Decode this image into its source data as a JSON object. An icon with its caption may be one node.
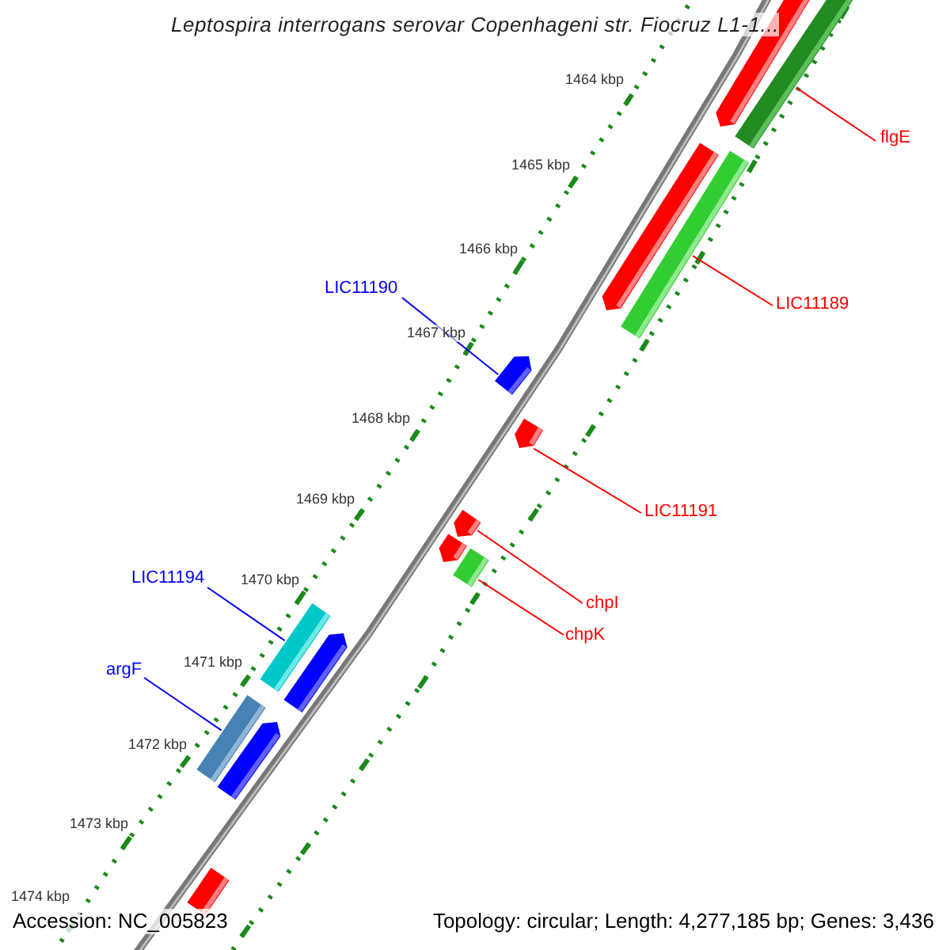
{
  "diagram": {
    "title": "Leptospira interrogans serovar Copenhageni str. Fiocruz L1-1...",
    "nodes": [
      {
        "text": [],
        "shape": "bar"
      },
      {
        "text": [],
        "shape": "bar"
      },
      {
        "text": [
          "flgE"
        ]
      },
      {
        "text": [],
        "shape": "bar"
      },
      {
        "text": [],
        "shape": "bar"
      },
      {
        "text": [
          "LIC11189"
        ]
      },
      {
        "text": [
          "LIC11190"
        ]
      },
      {
        "text": [],
        "shape": "bar"
      },
      {
        "text": [],
        "shape": "bar"
      },
      {
        "text": [
          "LIC11191"
        ]
      },
      {
        "text": [],
        "shape": "bar"
      },
      {
        "text": [],
        "shape": "bar"
      },
      {
        "text": [],
        "shape": "bar"
      },
      {
        "text": [
          "chpI"
        ]
      },
      {
        "text": [
          "chpK"
        ]
      },
      {
        "text": [
          "LIC11194"
        ]
      },
      {
        "text": [],
        "shape": "bar"
      },
      {
        "text": [],
        "shape": "bar"
      },
      {
        "text": [
          "argF"
        ]
      },
      {
        "text": [],
        "shape": "bar"
      },
      {
        "text": [],
        "shape": "bar"
      },
      {
        "text": [],
        "shape": "bar"
      }
    ],
    "edges": [
      {
        "from": 2,
        "to": 1,
        "arrow": "none"
      },
      {
        "from": 5,
        "to": 4,
        "arrow": "none"
      },
      {
        "from": 6,
        "to": 7,
        "arrow": "none",
        "color": "#0000ff"
      },
      {
        "from": 9,
        "to": 8,
        "arrow": "none"
      },
      {
        "from": 13,
        "to": 10,
        "arrow": "none"
      },
      {
        "from": 14,
        "to": 12,
        "arrow": "none"
      },
      {
        "from": 15,
        "to": 16,
        "arrow": "none",
        "color": "#0000ff"
      },
      {
        "from": 18,
        "to": 19,
        "arrow": "none",
        "color": "#0000ff"
      }
    ],
    "labels": [
      "1464 kbp",
      "1465 kbp",
      "1466 kbp",
      "1467 kbp",
      "1468 kbp",
      "1469 kbp",
      "1470 kbp",
      "1471 kbp",
      "1472 kbp",
      "1473 kbp",
      "1474 kbp",
      "Accession: NC_005823",
      "Topology: circular; Length: 4,277,185 bp; Genes: 3,436"
    ]
  }
}
